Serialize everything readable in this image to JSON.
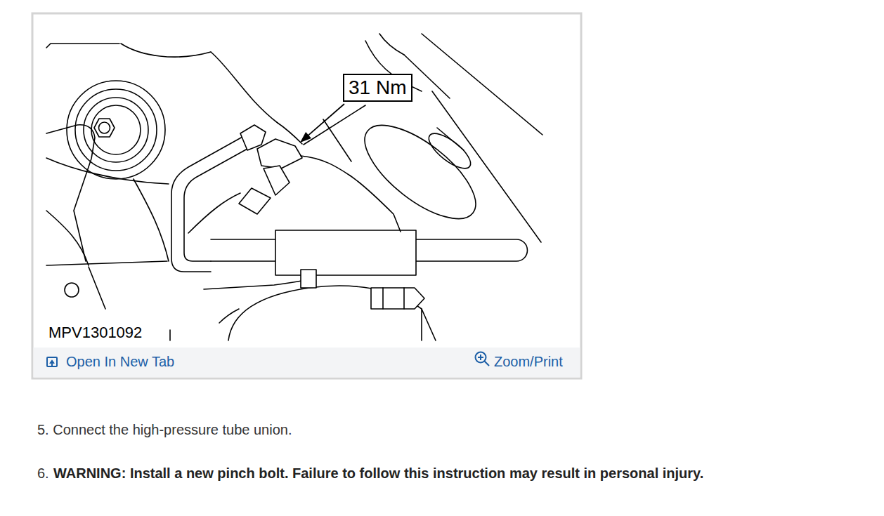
{
  "diagram": {
    "nodes": [
      {
        "text": [
          "31 Nm"
        ]
      }
    ],
    "edges": [],
    "labels": [
      "MPV1301092",
      "Open In New Tab",
      "Zoom/Print",
      "5. Connect the high-pressure tube union.",
      "6.",
      "WARNING: Install a new pinch bolt. Failure to follow this instruction may result in personal injury."
    ]
  }
}
